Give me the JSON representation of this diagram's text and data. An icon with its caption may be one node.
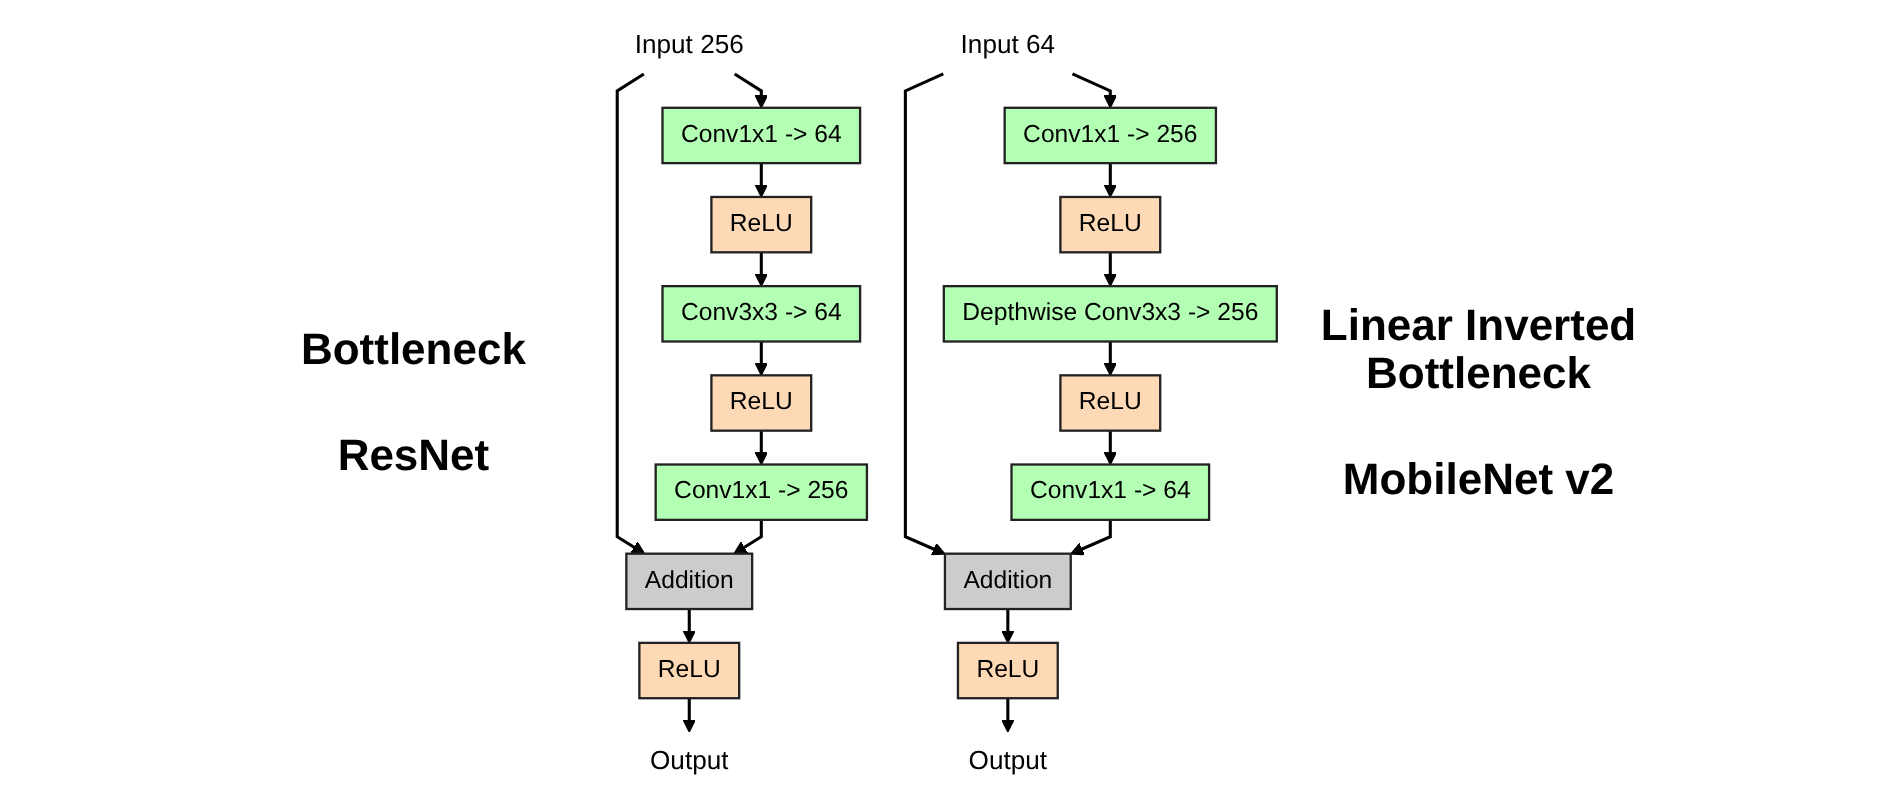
{
  "diagram": {
    "nodes": [
      {
        "text": [
          "Input 256"
        ]
      },
      {
        "text": [
          "Conv1x1 -> 64"
        ]
      },
      {
        "text": [
          "ReLU"
        ]
      },
      {
        "text": [
          "Conv3x3 -> 64"
        ]
      },
      {
        "text": [
          "ReLU"
        ]
      },
      {
        "text": [
          "Conv1x1 -> 256"
        ]
      },
      {
        "text": [
          "Addition"
        ]
      },
      {
        "text": [
          "ReLU"
        ]
      },
      {
        "text": [
          "Output"
        ]
      },
      {
        "text": [
          "Input 64"
        ]
      },
      {
        "text": [
          "Conv1x1 -> 256"
        ]
      },
      {
        "text": [
          "ReLU"
        ]
      },
      {
        "text": [
          "Depthwise Conv3x3 -> 256"
        ]
      },
      {
        "text": [
          "ReLU"
        ]
      },
      {
        "text": [
          "Conv1x1 -> 64"
        ]
      },
      {
        "text": [
          "Addition"
        ]
      },
      {
        "text": [
          "ReLU"
        ]
      },
      {
        "text": [
          "Output"
        ]
      }
    ],
    "edges": [
      {
        "from": 0,
        "to": 1,
        "arrow": "to"
      },
      {
        "from": 0,
        "to": 6,
        "arrow": "to"
      },
      {
        "from": 1,
        "to": 2,
        "arrow": "to"
      },
      {
        "from": 2,
        "to": 3,
        "arrow": "to"
      },
      {
        "from": 3,
        "to": 4,
        "arrow": "to"
      },
      {
        "from": 4,
        "to": 5,
        "arrow": "to"
      },
      {
        "from": 5,
        "to": 6,
        "arrow": "to"
      },
      {
        "from": 6,
        "to": 7,
        "arrow": "to"
      },
      {
        "from": 7,
        "to": 8,
        "arrow": "to"
      },
      {
        "from": 9,
        "to": 10,
        "arrow": "to"
      },
      {
        "from": 9,
        "to": 15,
        "arrow": "to"
      },
      {
        "from": 10,
        "to": 11,
        "arrow": "to"
      },
      {
        "from": 11,
        "to": 12,
        "arrow": "to"
      },
      {
        "from": 12,
        "to": 13,
        "arrow": "to"
      },
      {
        "from": 13,
        "to": 14,
        "arrow": "to"
      },
      {
        "from": 14,
        "to": 15,
        "arrow": "to"
      },
      {
        "from": 15,
        "to": 16,
        "arrow": "to"
      },
      {
        "from": 16,
        "to": 17,
        "arrow": "to"
      }
    ],
    "labels": [
      "Bottleneck",
      "ResNet",
      "Linear Inverted Bottleneck",
      "MobileNet v2"
    ]
  }
}
